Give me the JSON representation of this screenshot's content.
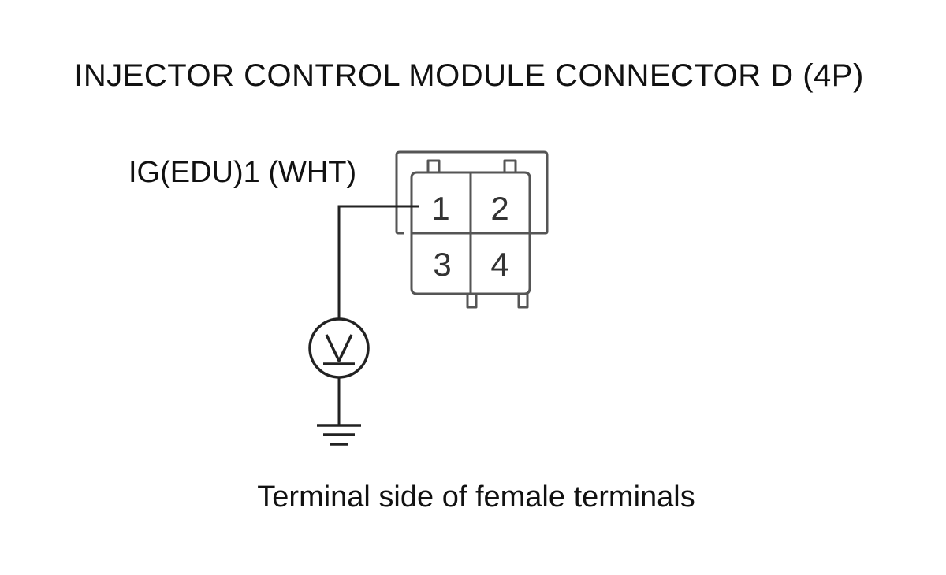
{
  "title": "INJECTOR CONTROL MODULE CONNECTOR D (4P)",
  "wire_label": "IG(EDU)1 (WHT)",
  "connector": {
    "pins": [
      "1",
      "2",
      "3",
      "4"
    ]
  },
  "meter_symbol": "V",
  "caption": "Terminal side of female terminals",
  "colors": {
    "line": "#222222",
    "housing": "#555555",
    "background": "#ffffff"
  },
  "icons": {
    "meter": "voltmeter-icon",
    "ground": "ground-icon"
  }
}
